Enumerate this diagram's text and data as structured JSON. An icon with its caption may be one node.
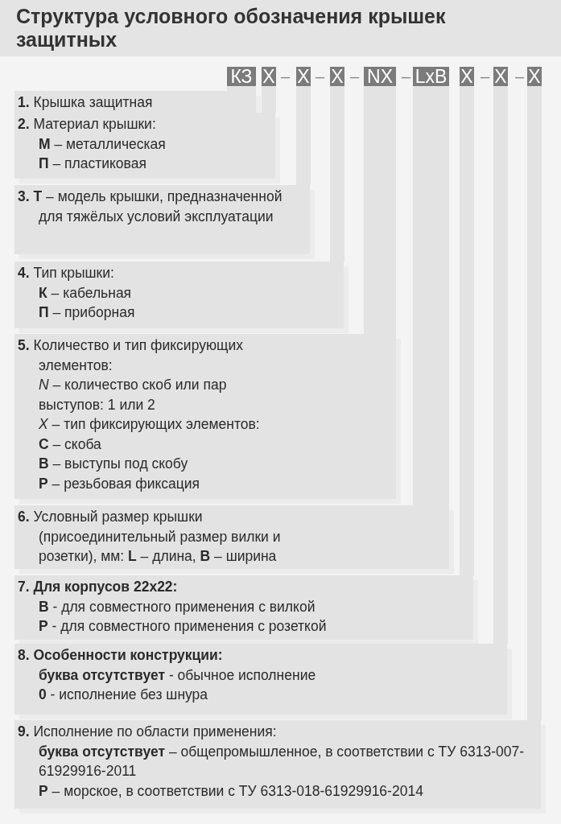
{
  "diagram": {
    "title": "Структура условного обозначения крышек защитных",
    "nodes": [
      {
        "text": [
          "КЗ"
        ]
      },
      {
        "text": [
          "X"
        ]
      },
      {
        "text": [
          "X"
        ]
      },
      {
        "text": [
          "X"
        ]
      },
      {
        "text": [
          "NX"
        ]
      },
      {
        "text": [
          "LxB"
        ]
      },
      {
        "text": [
          "X"
        ]
      },
      {
        "text": [
          "X"
        ]
      },
      {
        "text": [
          "X"
        ]
      },
      {
        "text": [
          "**1.** Крышка защитная"
        ]
      },
      {
        "text": [
          "**2.** Материал крышки:",
          "**М** – металлическая",
          "**П** – пластиковая"
        ]
      },
      {
        "text": [
          "**3.** **Т** – модель крышки, предназначенной для тяжёлых условий эксплуатации"
        ]
      },
      {
        "text": [
          "**4.** Тип крышки:",
          "**К** – кабельная",
          "**П** – приборная"
        ]
      },
      {
        "text": [
          "**5.** Количество и тип фиксирующих элементов:",
          "*N* – количество скоб или пар выступов: 1 или 2",
          "*X* – тип фиксирующих элементов:",
          "**С** – скоба",
          "**В** – выступы под скобу",
          "**Р** – резьбовая фиксация"
        ]
      },
      {
        "text": [
          "**6.** Условный размер крышки (присоединительный размер вилки и розетки), мм: **L** – длина, **В** – ширина"
        ]
      },
      {
        "text": [
          "7. Для корпусов 22x22:",
          "**В** - для совместного применения с вилкой",
          "**Р** - для совместного применения с розеткой"
        ]
      },
      {
        "text": [
          "8. Особенности конструкции:",
          "**буква отсутствует** - обычное исполнение",
          "**0** - исполнение без шнура"
        ]
      },
      {
        "text": [
          "**9.** Исполнение по области применения:",
          "**буква отсутствует** – общепромышленное, в соответствии с ТУ 6313-007-61929916-2011",
          "**Р** – морское, в соответствии с ТУ 6313-018-61929916-2014"
        ]
      }
    ],
    "edges": [
      {
        "from": 0,
        "to": 9,
        "arrow": "none",
        "style": "thick"
      },
      {
        "from": 1,
        "to": 10,
        "arrow": "none"
      },
      {
        "from": 2,
        "to": 11,
        "arrow": "none"
      },
      {
        "from": 3,
        "to": 12,
        "arrow": "none"
      },
      {
        "from": 4,
        "to": 13,
        "arrow": "none",
        "style": "thick"
      },
      {
        "from": 5,
        "to": 14,
        "arrow": "none",
        "style": "thick"
      },
      {
        "from": 6,
        "to": 15,
        "arrow": "none"
      },
      {
        "from": 7,
        "to": 16,
        "arrow": "none"
      },
      {
        "from": 8,
        "to": 17,
        "arrow": "none"
      }
    ],
    "labels": [
      "–",
      "–",
      "–",
      "–",
      "–",
      "–"
    ]
  }
}
